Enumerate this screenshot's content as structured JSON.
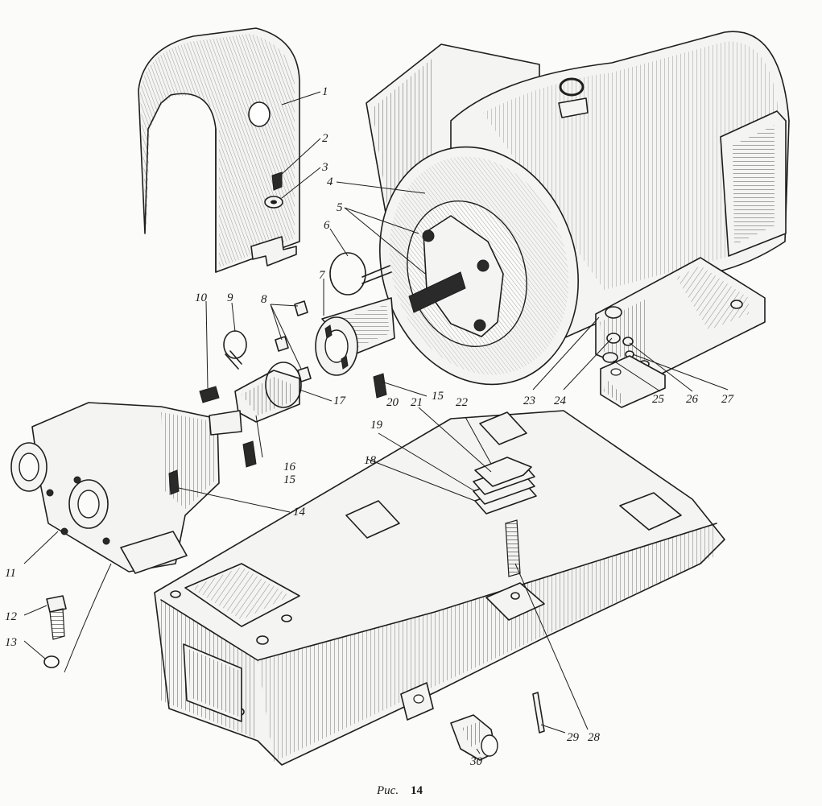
{
  "caption": {
    "prefix": "Рис.",
    "number": "14"
  },
  "parts": [
    {
      "num": "1"
    },
    {
      "num": "2"
    },
    {
      "num": "3"
    },
    {
      "num": "4"
    },
    {
      "num": "5"
    },
    {
      "num": "6"
    },
    {
      "num": "7"
    },
    {
      "num": "8"
    },
    {
      "num": "9"
    },
    {
      "num": "10"
    },
    {
      "num": "11"
    },
    {
      "num": "12"
    },
    {
      "num": "13"
    },
    {
      "num": "14"
    },
    {
      "num": "15"
    },
    {
      "num": "15"
    },
    {
      "num": "16"
    },
    {
      "num": "17"
    },
    {
      "num": "18"
    },
    {
      "num": "19"
    },
    {
      "num": "20"
    },
    {
      "num": "21"
    },
    {
      "num": "22"
    },
    {
      "num": "23"
    },
    {
      "num": "24"
    },
    {
      "num": "25"
    },
    {
      "num": "26"
    },
    {
      "num": "27"
    },
    {
      "num": "28"
    },
    {
      "num": "29"
    },
    {
      "num": "30"
    }
  ]
}
